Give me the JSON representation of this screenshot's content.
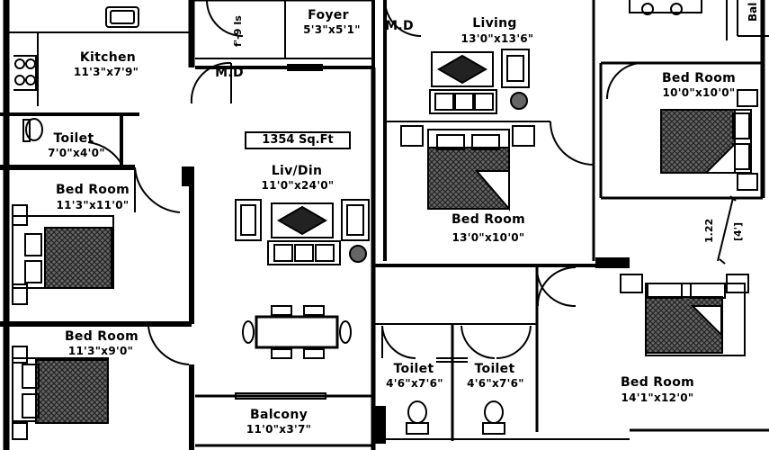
{
  "plan": {
    "area_label": "1354 Sq.Ft",
    "rooms": [
      {
        "id": "kitchen",
        "name": "Kitchen",
        "dims": "11'3\"x7'9\""
      },
      {
        "id": "toilet-left",
        "name": "Toilet",
        "dims": "7'0\"x4'0\""
      },
      {
        "id": "bedroom-left-1",
        "name": "Bed Room",
        "dims": "11'3\"x11'0\""
      },
      {
        "id": "bedroom-left-2",
        "name": "Bed Room",
        "dims": "11'3\"x9'0\""
      },
      {
        "id": "foyer",
        "name": "Foyer",
        "dims": "5'3\"x5'1\""
      },
      {
        "id": "md-top",
        "name": "M.D",
        "dims": ""
      },
      {
        "id": "md-left",
        "name": "M.D",
        "dims": ""
      },
      {
        "id": "livdin",
        "name": "Liv/Din",
        "dims": "11'0\"x24'0\""
      },
      {
        "id": "living",
        "name": "Living",
        "dims": "13'0\"x13'6\""
      },
      {
        "id": "bedroom-center",
        "name": "Bed Room",
        "dims": "13'0\"x10'0\""
      },
      {
        "id": "bedroom-right-top",
        "name": "Bed Room",
        "dims": "10'0\"x10'0\""
      },
      {
        "id": "toilet-mid-1",
        "name": "Toilet",
        "dims": "4'6\"x7'6\""
      },
      {
        "id": "toilet-mid-2",
        "name": "Toilet",
        "dims": "4'6\"x7'6\""
      },
      {
        "id": "bedroom-right-bottom",
        "name": "Bed Room",
        "dims": "14'1\"x12'0\""
      },
      {
        "id": "balcony",
        "name": "Balcony",
        "dims": "11'0\"x3'7\""
      }
    ],
    "measure_metric": "1.22",
    "measure_imperial": "[4']",
    "edge_text_top_right": "Bal",
    "edge_text_top_left": "f'-9 Is"
  }
}
